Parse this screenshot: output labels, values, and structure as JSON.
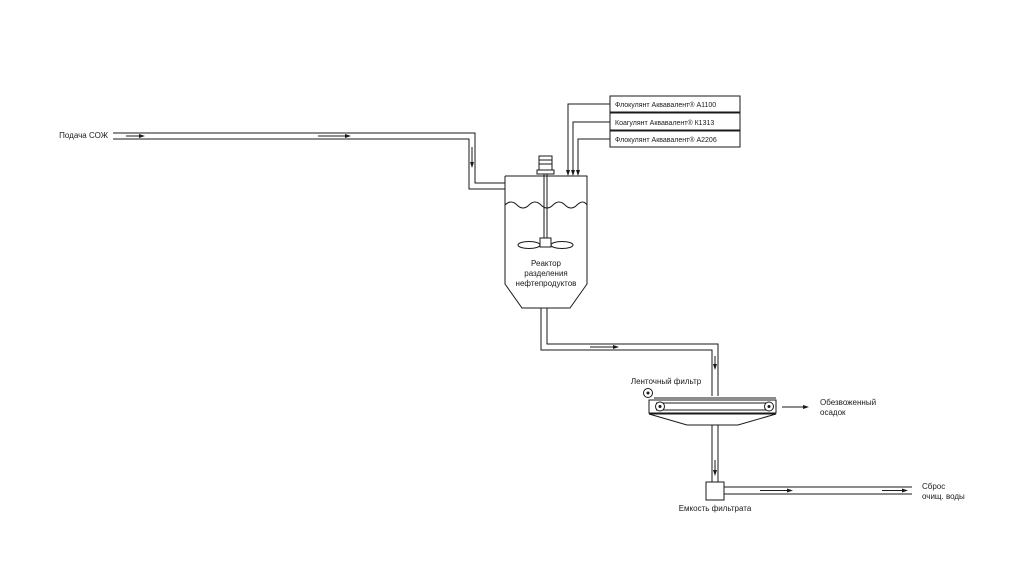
{
  "labels": {
    "feed": "Подача СОЖ",
    "reactor_line1": "Реактор",
    "reactor_line2": "разделения",
    "reactor_line3": "нефтепродуктов",
    "belt_filter": "Ленточный фильтр",
    "sludge_line1": "Обезвоженный",
    "sludge_line2": "осадок",
    "filtrate_tank": "Емкость фильтрата",
    "discharge_line1": "Сброс",
    "discharge_line2": "очищ. воды"
  },
  "reagents": [
    "Флокулянт Аквавалент® А1100",
    "Коагулянт Аквавалент® К1313",
    "Флокулянт Аквавалент® А2206"
  ]
}
